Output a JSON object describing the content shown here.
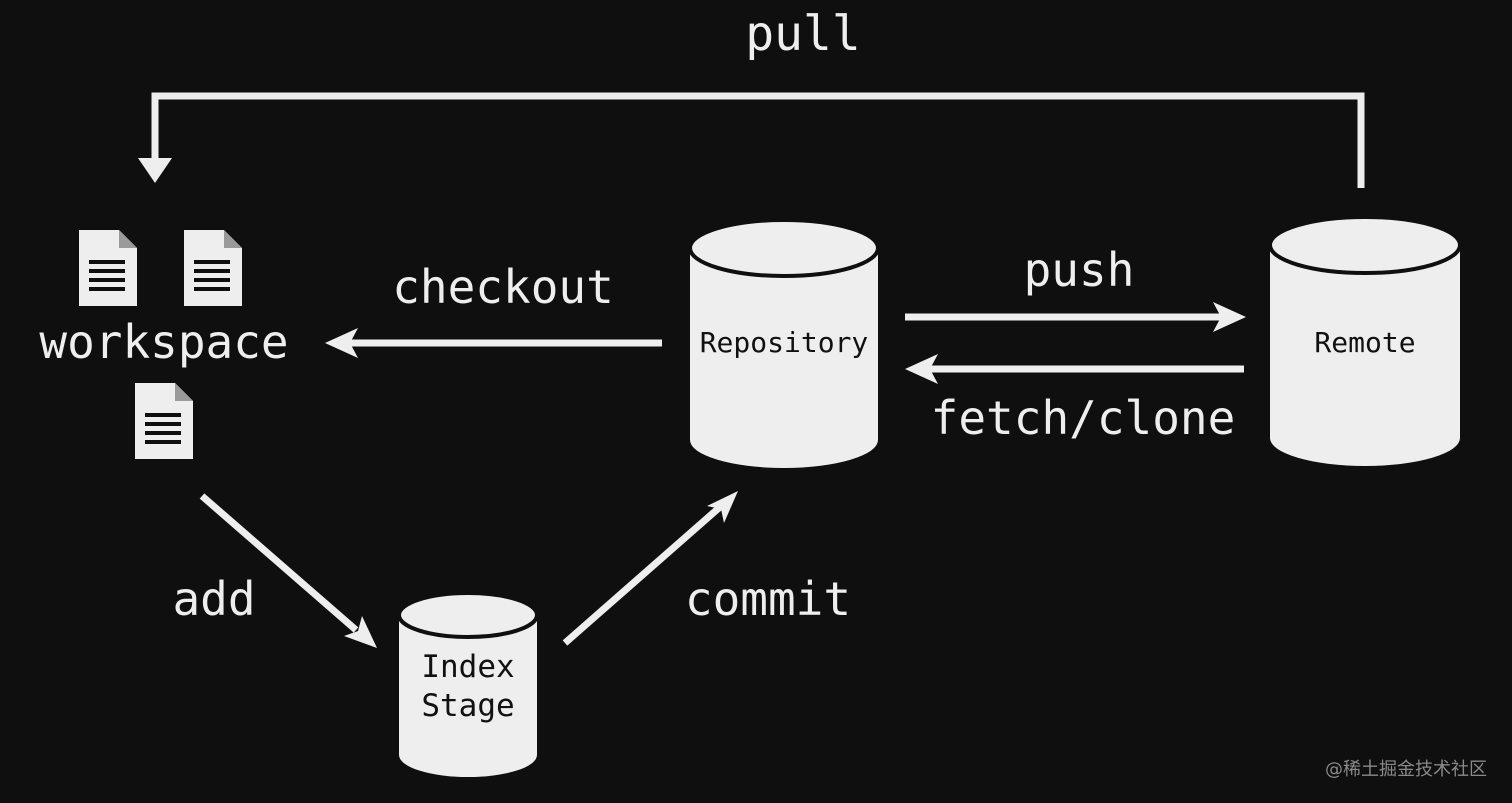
{
  "diagram": {
    "background": "#0f0f0f",
    "foreground": "#eeeeee",
    "nodes": {
      "workspace": {
        "label": "workspace"
      },
      "repository": {
        "label": "Repository"
      },
      "remote": {
        "label": "Remote"
      },
      "index_stage": {
        "line1": "Index",
        "line2": "Stage"
      }
    },
    "edges": {
      "pull": "pull",
      "checkout": "checkout",
      "push": "push",
      "fetch_clone": "fetch/clone",
      "add": "add",
      "commit": "commit"
    },
    "icons": [
      "document-icon",
      "document-icon",
      "document-icon"
    ],
    "watermark": "@稀土掘金技术社区"
  }
}
